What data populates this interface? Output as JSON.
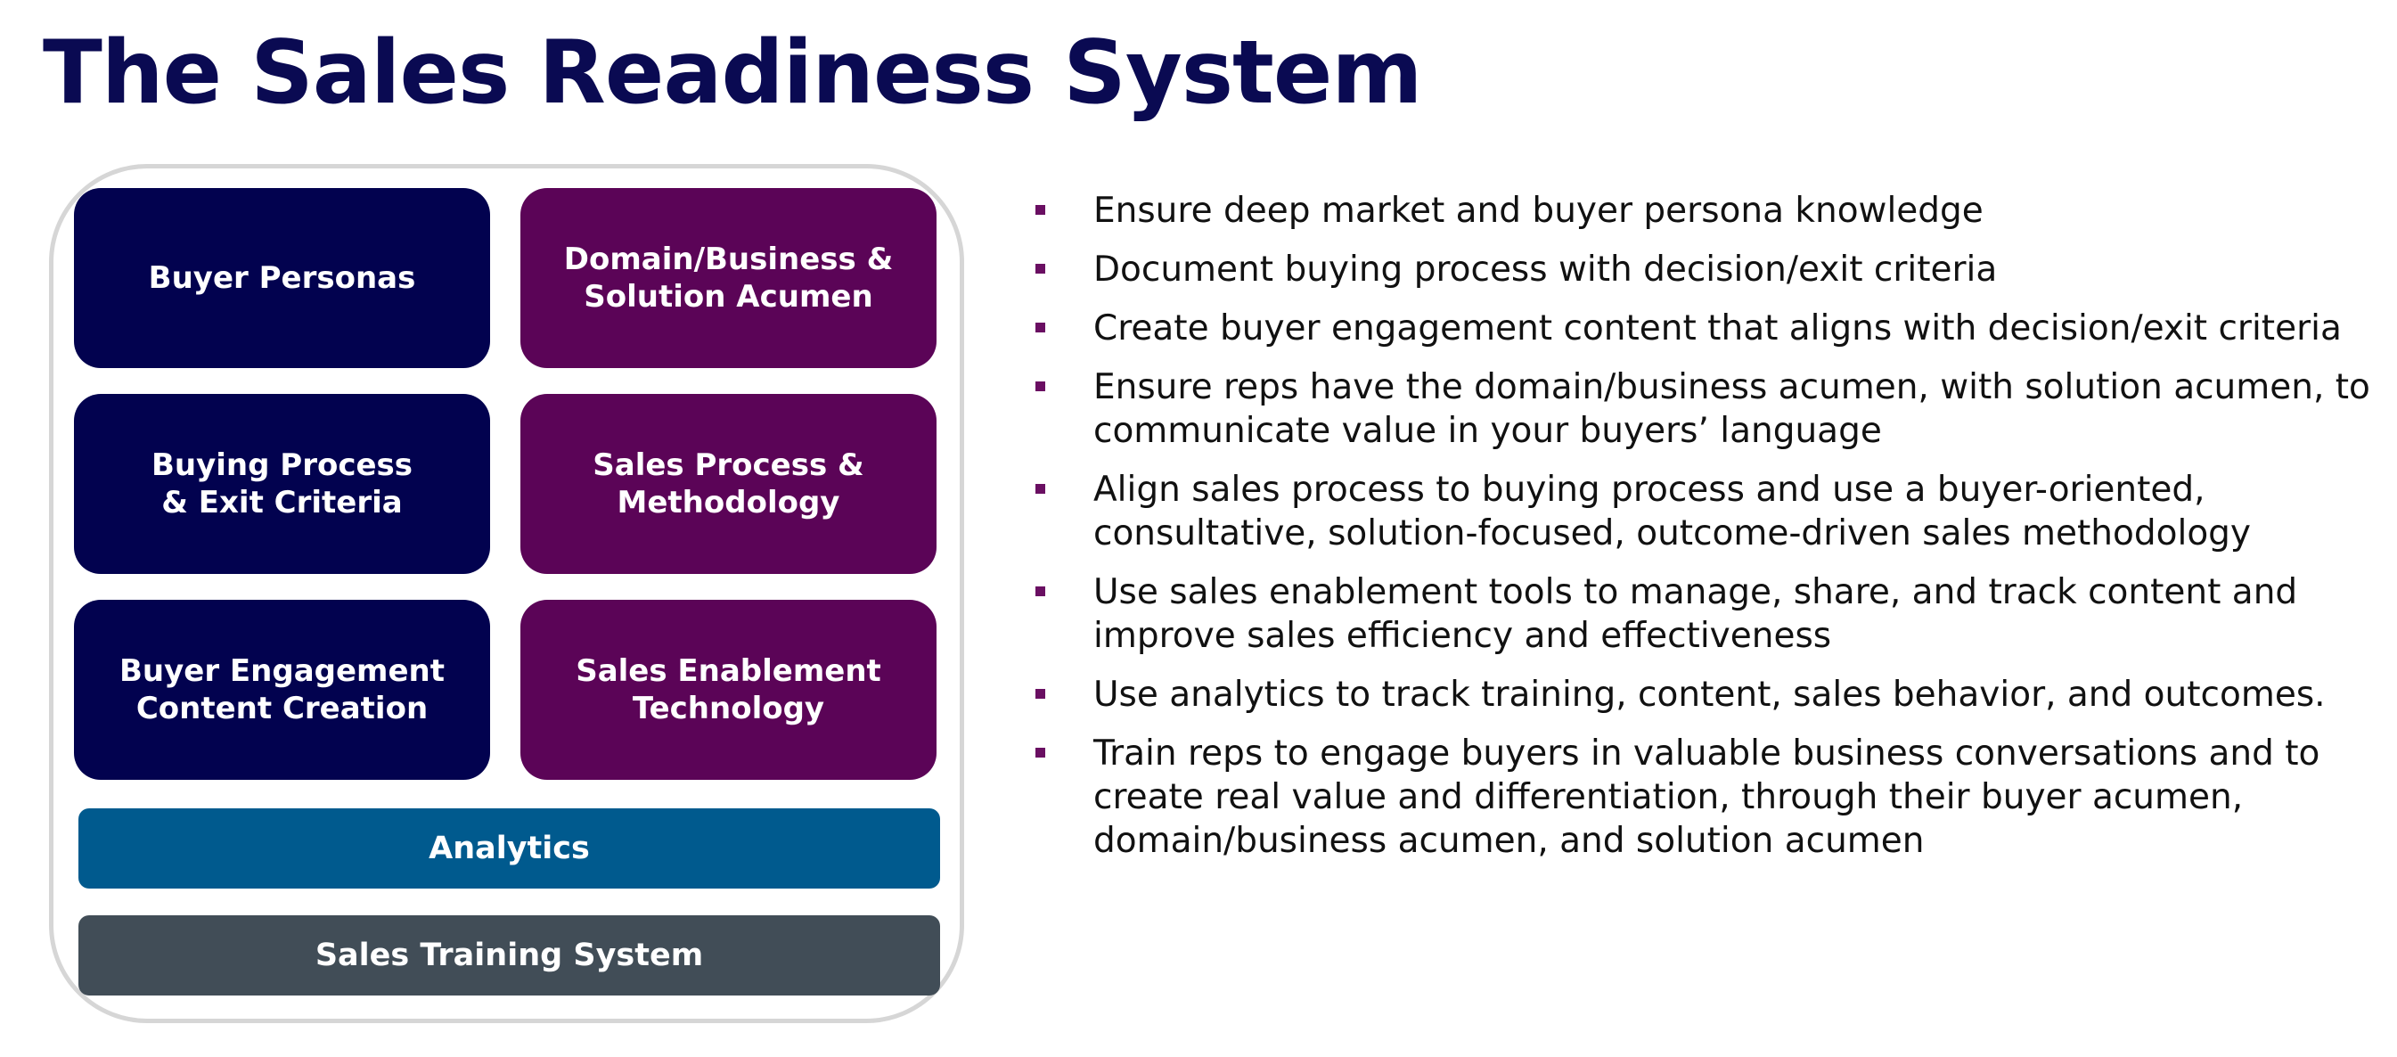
{
  "title": "The Sales Readiness System",
  "diagram": {
    "tiles": {
      "buyer_personas": "Buyer Personas",
      "domain_acumen": "Domain/Business &\nSolution Acumen",
      "buying_process": "Buying Process\n& Exit Criteria",
      "sales_process": "Sales Process &\nMethodology",
      "buyer_engagement": "Buyer Engagement\nContent Creation",
      "sales_enablement": "Sales Enablement\nTechnology"
    },
    "bars": {
      "analytics": "Analytics",
      "training": "Sales Training System"
    },
    "colors": {
      "navy": "#02024f",
      "purple": "#5b0457",
      "analytics_blue": "#005a8e",
      "training_gray": "#414d57",
      "title": "#0a0a52",
      "bullet_marker": "#6a0f62"
    }
  },
  "bullets": [
    "Ensure deep market and buyer persona knowledge",
    "Document buying process with decision/exit criteria",
    "Create buyer engagement content that aligns with decision/exit criteria",
    "Ensure reps have the domain/business acumen, with solution acumen, to communicate value in your buyers’ language",
    "Align sales process to buying process and use a buyer-oriented, consultative, solution-focused, outcome-driven sales methodology",
    "Use sales enablement tools to manage, share, and track content and improve sales efficiency and effectiveness",
    "Use analytics to track training, content, sales behavior, and outcomes.",
    "Train reps to engage buyers in valuable business conversations and to create real value and differentiation, through their buyer acumen, domain/business acumen, and solution acumen"
  ]
}
